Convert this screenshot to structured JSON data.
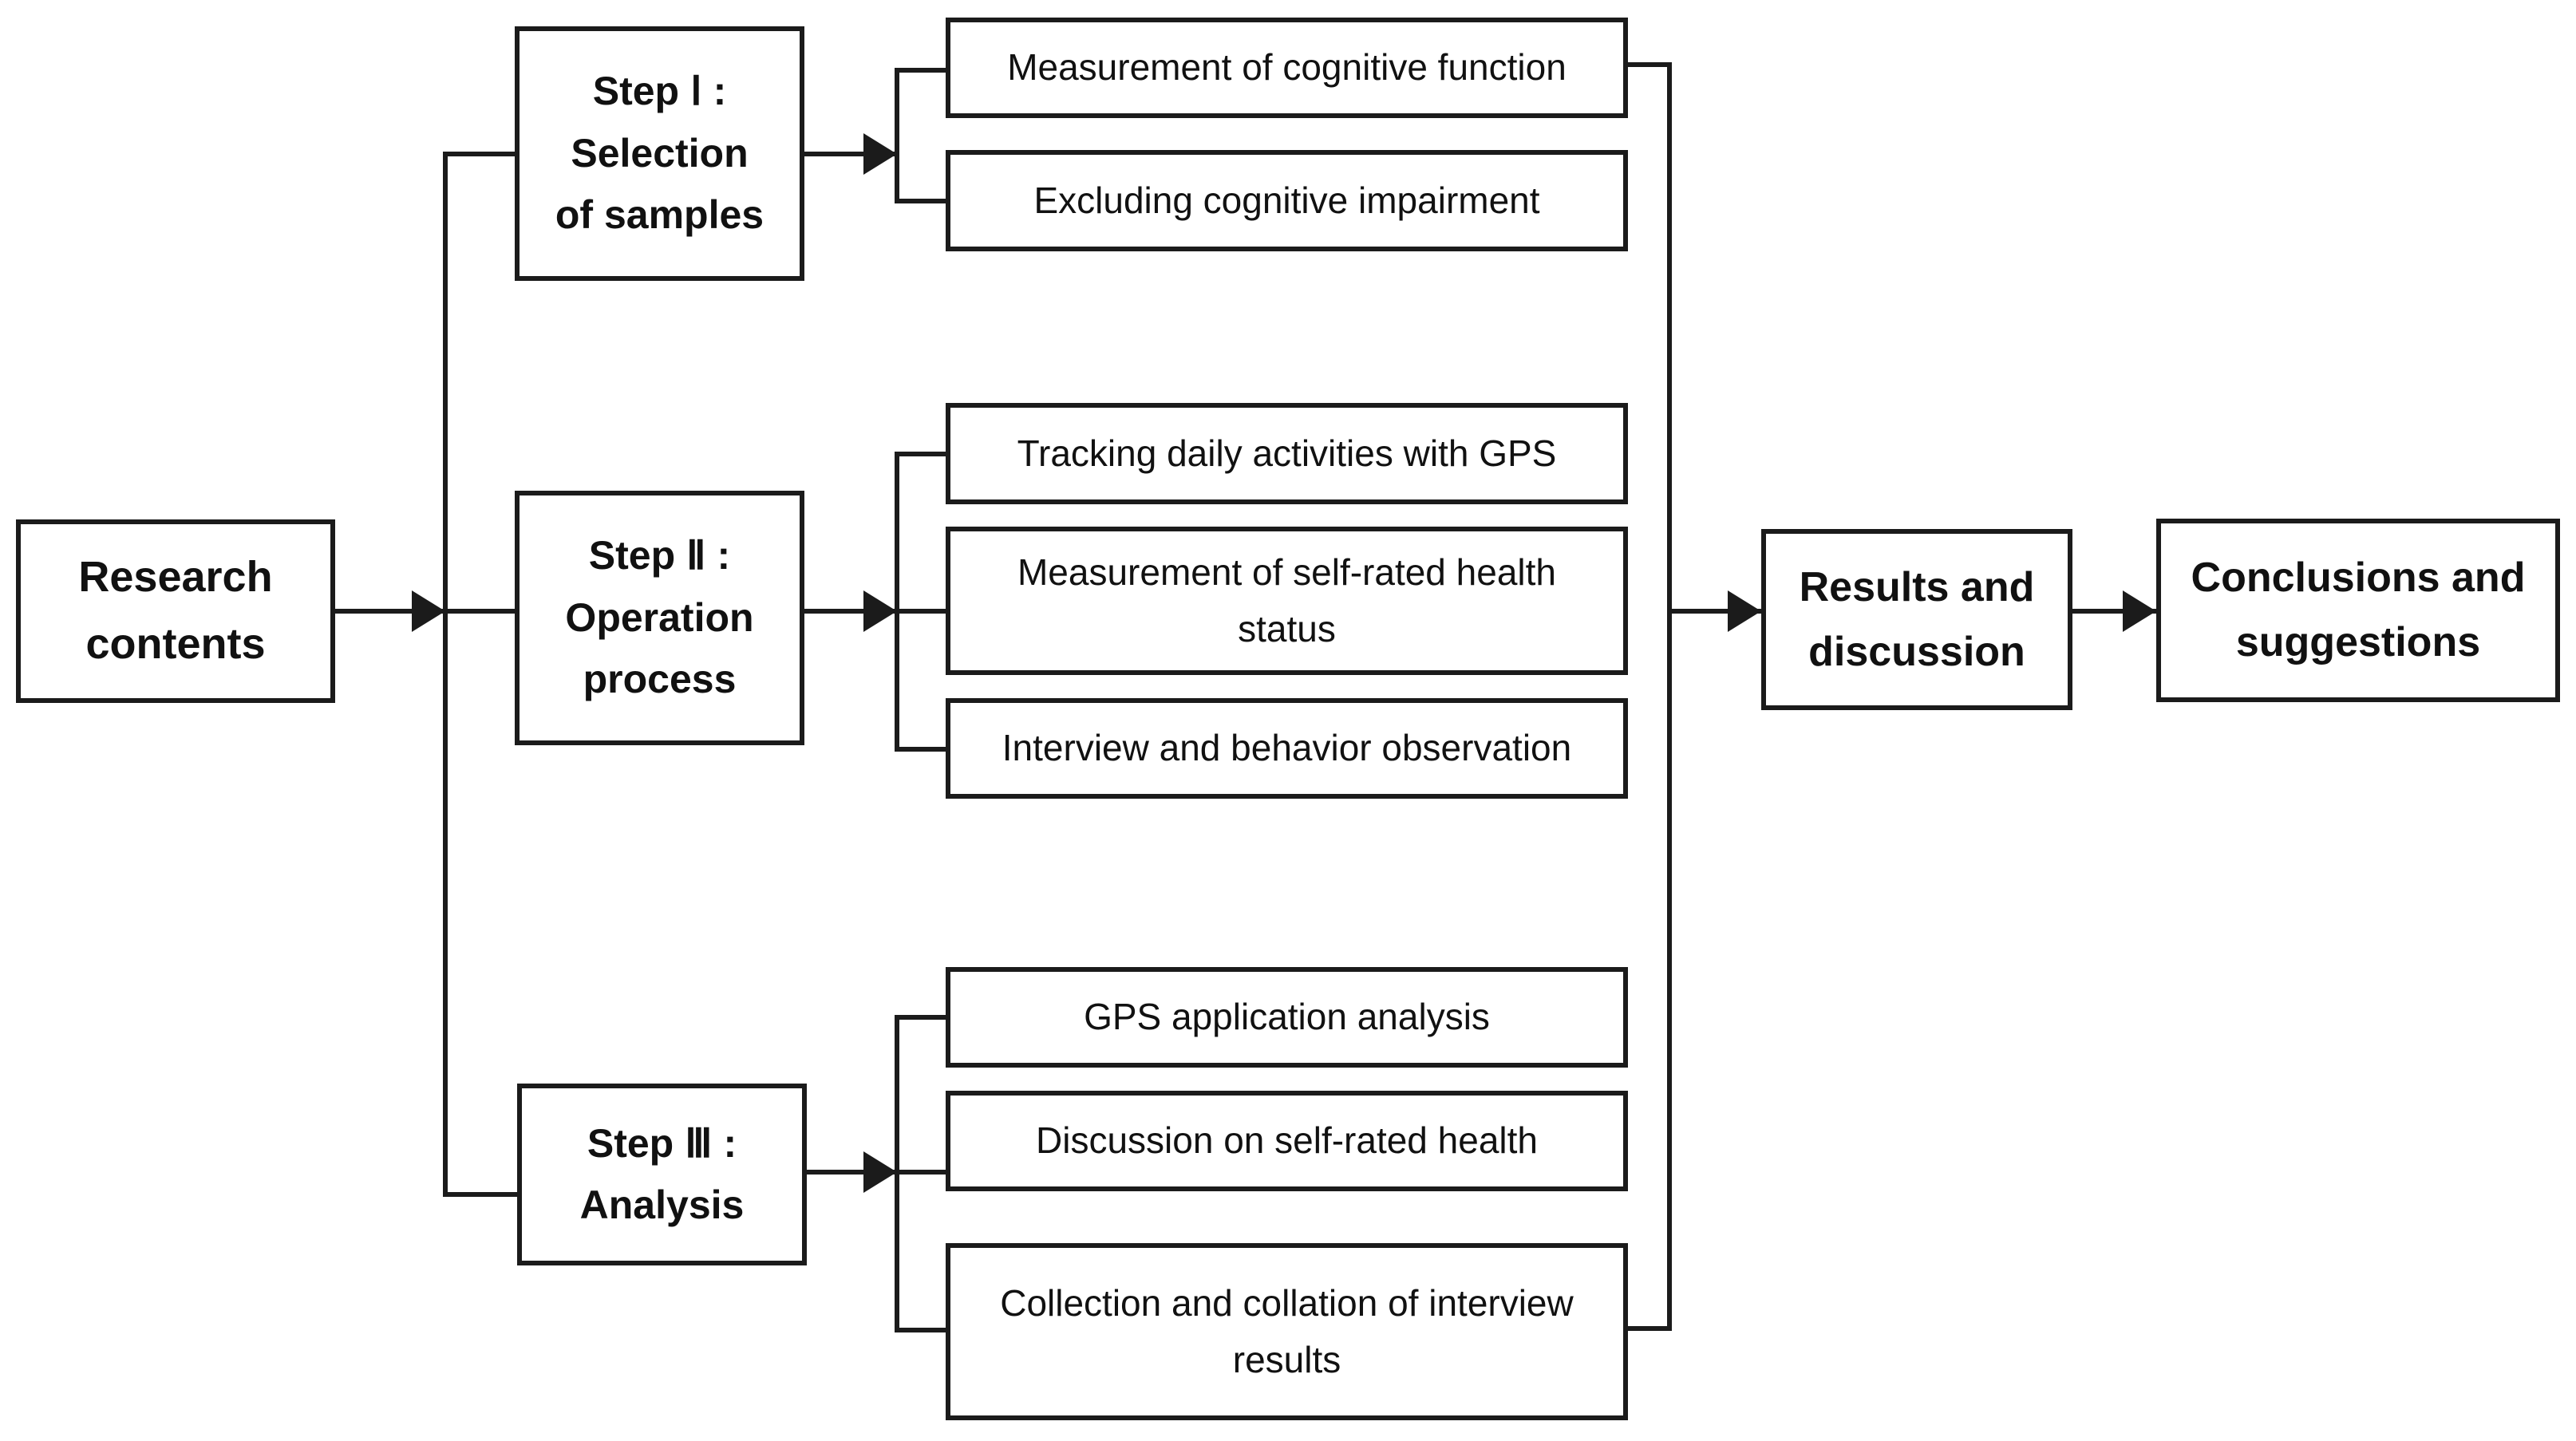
{
  "diagram": {
    "title": "Research framework flowchart",
    "colors": {
      "stroke": "#1b1b1b",
      "background": "#ffffff",
      "text": "#111111"
    },
    "nodes": {
      "research_contents": "Research\ncontents",
      "step1": "Step Ⅰ :\nSelection\nof samples",
      "step2": "Step Ⅱ :\nOperation\nprocess",
      "step3": "Step Ⅲ :\nAnalysis",
      "results": "Results  and\ndiscussion",
      "conclusions": "Conclusions and\nsuggestions"
    },
    "step1_items": [
      "Measurement of cognitive function",
      "Excluding cognitive impairment"
    ],
    "step2_items": [
      "Tracking daily activities with GPS",
      "Measurement of self-rated health\nstatus",
      "Interview and behavior observation"
    ],
    "step3_items": [
      "GPS application analysis",
      "Discussion on self-rated health",
      "Collection and collation of interview\nresults"
    ]
  }
}
